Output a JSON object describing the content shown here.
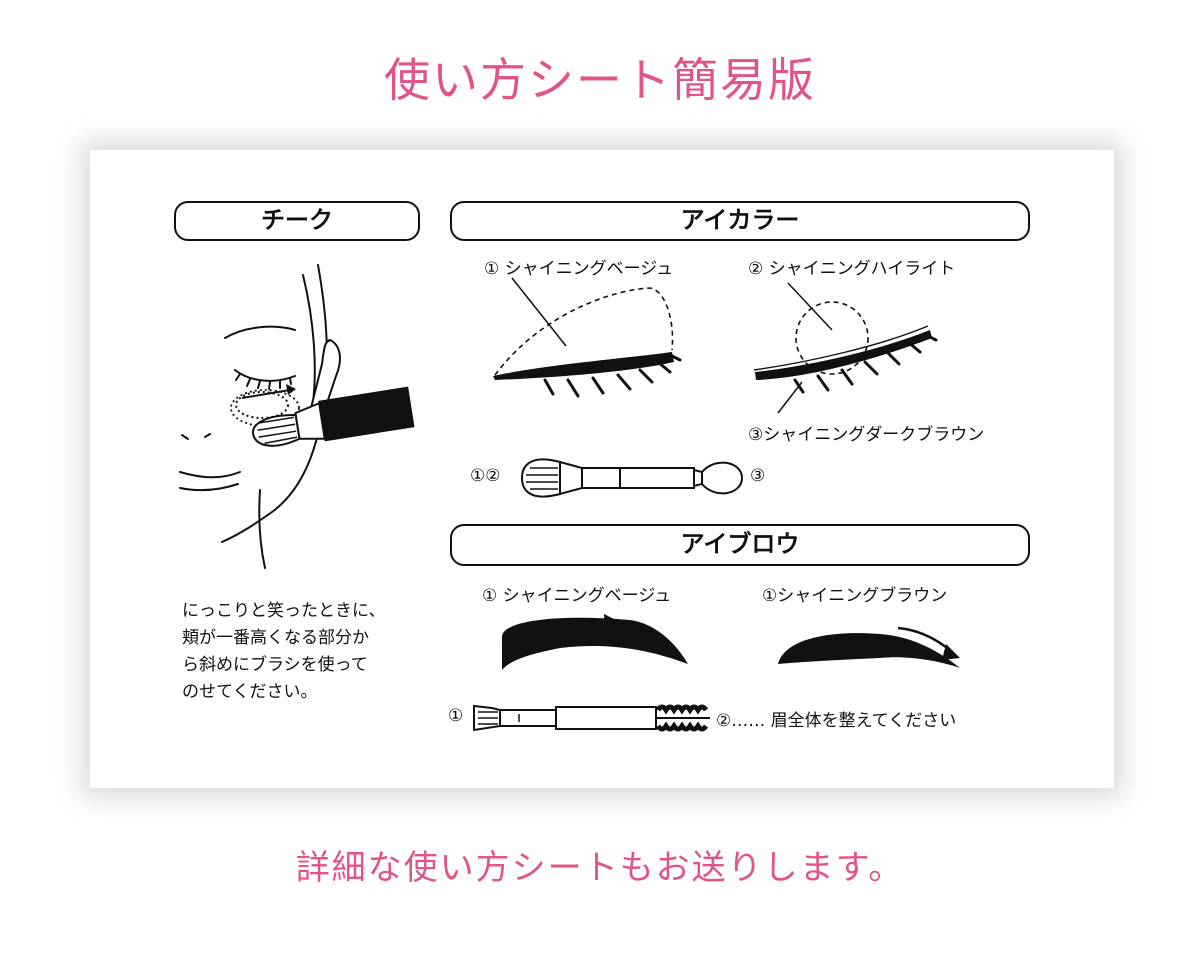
{
  "title": "使い方シート簡易版",
  "footer": "詳細な使い方シートもお送りします。",
  "cheek": {
    "header": "チーク",
    "description": "にっこりと笑ったときに、\n頬が一番高くなる部分か\nら斜めにブラシを使って\nのせてください。"
  },
  "eye_color": {
    "header": "アイカラー",
    "label_1": "① シャイニングベージュ",
    "label_2": "② シャイニングハイライト",
    "label_3": "③シャイニングダークブラウン",
    "brush_left_marks": "①②",
    "brush_right_mark": "③"
  },
  "eyebrow": {
    "header": "アイブロウ",
    "label_left": "① シャイニングベージュ",
    "label_right": "①シャイニングブラウン",
    "tool_left_mark": "①",
    "tool_note": "②…… 眉全体を整えてください"
  }
}
